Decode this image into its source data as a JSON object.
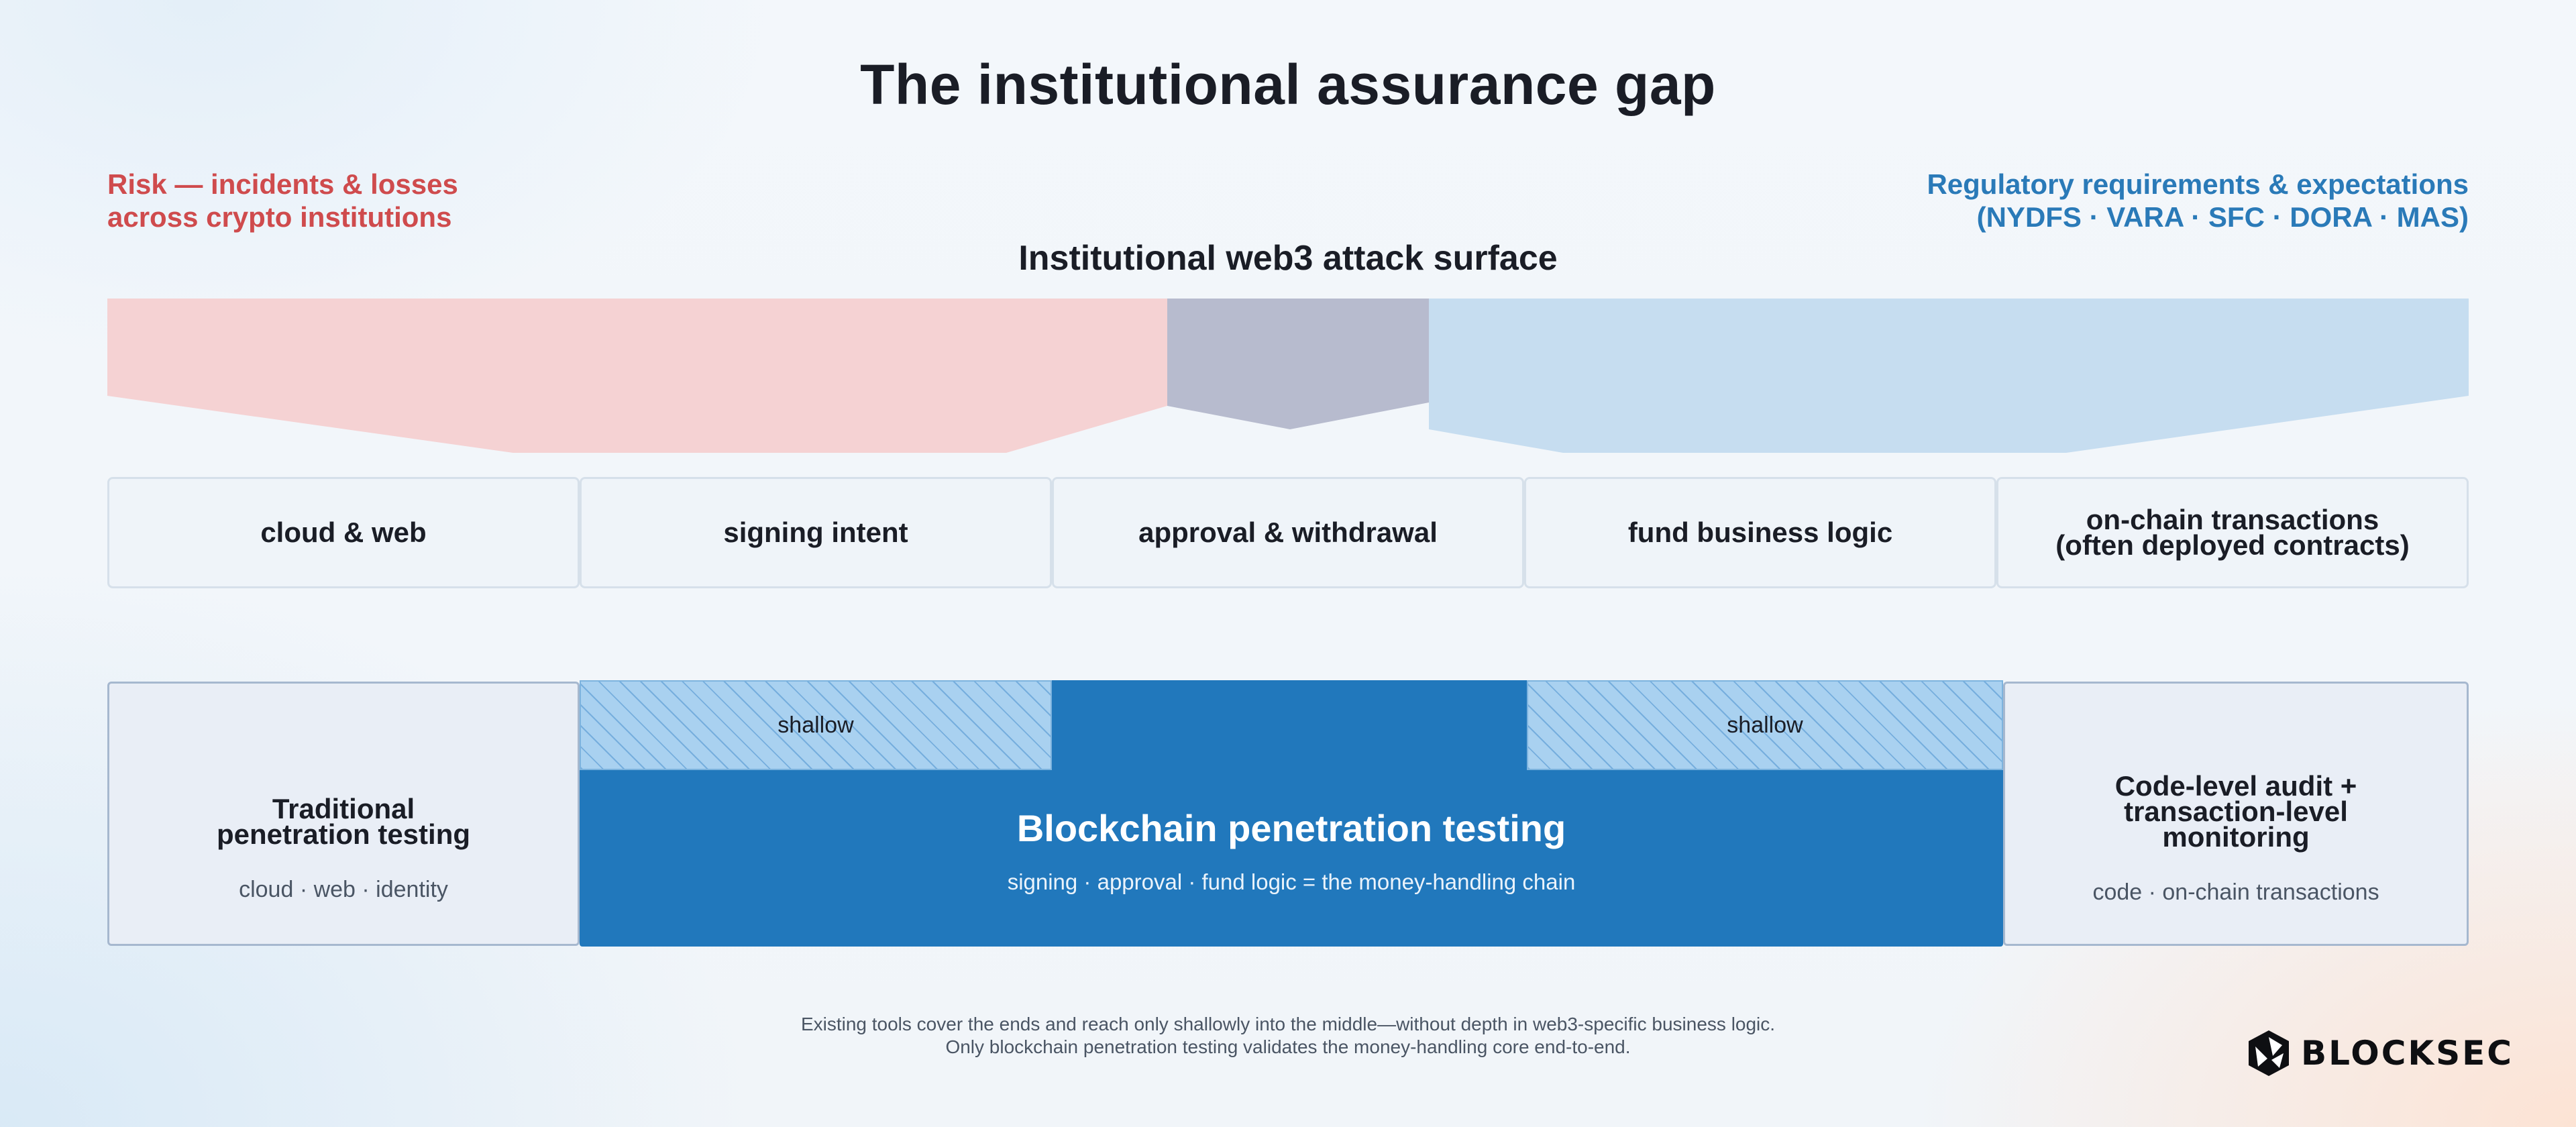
{
  "title": "The institutional assurance gap",
  "risk": {
    "line1": "Risk — incidents & losses",
    "line2": "across crypto institutions",
    "color": "#cf4b4d"
  },
  "regulatory": {
    "line1": "Regulatory requirements & expectations",
    "line2": "(NYDFS · VARA · SFC · DORA · MAS)",
    "color": "#2a7ab8"
  },
  "attack_surface": {
    "title": "Institutional web3 attack surface",
    "items": [
      {
        "label": "cloud & web"
      },
      {
        "label": "signing intent"
      },
      {
        "label": "approval & withdrawal"
      },
      {
        "label": "fund business logic"
      },
      {
        "label": "on-chain transactions\n(often deployed contracts)"
      }
    ]
  },
  "coverage": {
    "traditional": {
      "title": "Traditional\npenetration testing",
      "subtitle": "cloud · web · identity"
    },
    "blockchain": {
      "title": "Blockchain penetration testing",
      "subtitle": "signing · approval · fund logic = the money-handling chain",
      "shallow_left": "shallow",
      "shallow_right": "shallow",
      "color": "#2178bc"
    },
    "code_audit": {
      "title": "Code-level audit +\ntransaction-level\nmonitoring",
      "subtitle": "code · on-chain transactions"
    }
  },
  "footnote": {
    "line1": "Existing tools cover the ends and reach only shallowly into the middle—without depth in web3-specific business logic.",
    "line2": "Only blockchain penetration testing validates the money-handling core end-to-end."
  },
  "logo": {
    "text": "BLOCKSEC",
    "icon": "blocksec-logo-icon"
  },
  "colors": {
    "risk_funnel": "#f5d2d3",
    "overlap_funnel": "#b7bbce",
    "regulatory_funnel": "#c6ddf0"
  }
}
